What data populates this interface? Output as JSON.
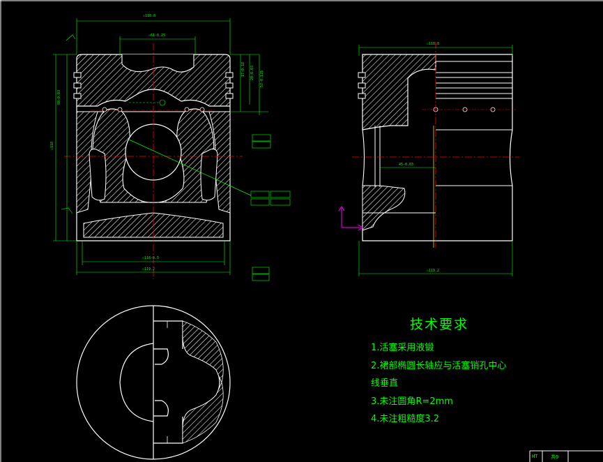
{
  "technical_requirements": {
    "title": "技术要求",
    "items": [
      "1.活塞采用液锻",
      "2.裙部椭圆长轴应与活塞销孔中心线垂直",
      "3.未注圆角R=2mm",
      "4.未注粗糙度3.2"
    ]
  },
  "title_block": {
    "cell_1": "HT",
    "cell_2": "共0"
  },
  "colors": {
    "background": "#000000",
    "outline": "#ffffff",
    "dimension": "#00ff00",
    "center_line": "#ff0000",
    "hidden_line": "#ffff00",
    "marker": "#ff00ff"
  }
}
